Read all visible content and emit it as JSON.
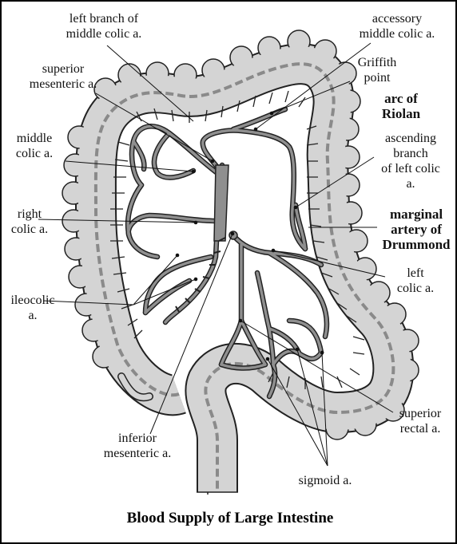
{
  "title": "Blood Supply of Large Intestine",
  "labels": {
    "left_branch_middle_colic": [
      "left branch of",
      "middle colic a."
    ],
    "accessory_middle_colic": [
      "accessory",
      "middle colic a."
    ],
    "superior_mesenteric": [
      "superior",
      "mesenteric a."
    ],
    "griffith_point": [
      "Griffith",
      "point"
    ],
    "arc_of_riolan": [
      "arc of",
      "Riolan"
    ],
    "middle_colic": [
      "middle",
      "colic a."
    ],
    "ascending_branch_left_colic": [
      "ascending",
      "branch",
      "of left colic",
      "a."
    ],
    "right_colic": [
      "right",
      "colic a."
    ],
    "marginal_artery": [
      "marginal",
      "artery of",
      "Drummond"
    ],
    "left_colic": [
      "left",
      "colic a."
    ],
    "ileocolic": [
      "ileocolic",
      "a."
    ],
    "superior_rectal": [
      "superior",
      "rectal a."
    ],
    "inferior_mesenteric": [
      "inferior",
      "mesenteric a."
    ],
    "sigmoid": [
      "sigmoid a."
    ]
  },
  "colors": {
    "bowel_fill": "#d4d4d4",
    "artery_fill": "#8f8f8f",
    "outline": "#222222",
    "marginal_dash": "#8a8a8a"
  }
}
